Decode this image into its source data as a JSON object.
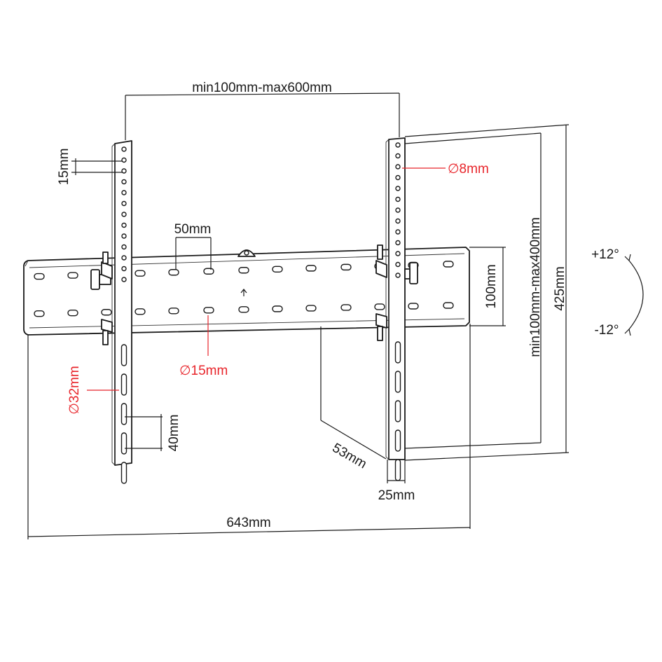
{
  "labels": {
    "vesa_width": "min100mm-max600mm",
    "hole_pitch": "15mm",
    "slot_spacing": "50mm",
    "hole_dia_small": "∅8mm",
    "hole_dia_slot": "∅15mm",
    "hole_dia_large": "∅32mm",
    "slot_pitch": "40mm",
    "frame_height": "100mm",
    "vesa_height": "min100mm-max400mm",
    "arm_height": "425mm",
    "tilt_up": "+12°",
    "tilt_down": "-12°",
    "depth": "53mm",
    "arm_width": "25mm",
    "total_width": "643mm"
  },
  "colors": {
    "line": "#1a1a1a",
    "accent_red": "#e8252b"
  },
  "icons": {
    "tilt": "curved-double-arrow-icon",
    "center": "up-arrow-icon"
  }
}
